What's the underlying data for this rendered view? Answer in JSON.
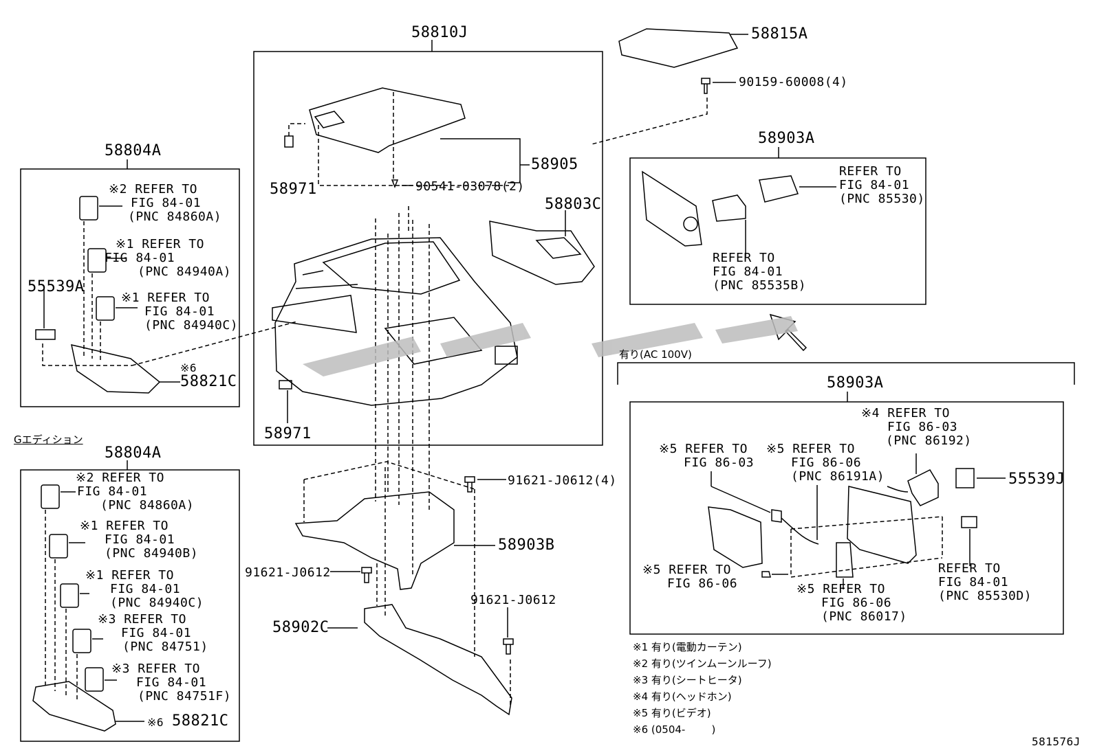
{
  "part_numbers": {
    "p58810J": "58810J",
    "p58815A": "58815A",
    "p90159": "90159-60008(4)",
    "p58903A_top": "58903A",
    "p58905": "58905",
    "p90541": "90541-03078(2)",
    "p58971_top": "58971",
    "p58971_bot": "58971",
    "p58803C": "58803C",
    "p58804A_top": "58804A",
    "p55539A": "55539A",
    "p58821C_top": "58821C",
    "p58804A_bot": "58804A",
    "p58821C_bot": "58821C",
    "p91621_4": "91621-J0612(4)",
    "p58903B": "58903B",
    "p91621_a": "91621-J0612",
    "p91621_b": "91621-J0612",
    "p58902C": "58902C",
    "p58903A_bot": "58903A",
    "p55539J": "55539J",
    "diagram_id": "581576J"
  },
  "refs": {
    "top_84860A": [
      "※2 REFER TO",
      "FIG 84-01",
      "(PNC 84860A)"
    ],
    "top_84940A": [
      "※1 REFER TO",
      "FIG 84-01",
      "(PNC 84940A)"
    ],
    "top_84940C": [
      "※1 REFER TO",
      "FIG 84-01",
      "(PNC 84940C)"
    ],
    "top_6": "※6",
    "bot_84860A": [
      "※2 REFER TO",
      "FIG 84-01",
      "(PNC 84860A)"
    ],
    "bot_84940B": [
      "※1 REFER TO",
      "FIG 84-01",
      "(PNC 84940B)"
    ],
    "bot_84940C": [
      "※1 REFER TO",
      "FIG 84-01",
      "(PNC 84940C)"
    ],
    "bot_84751": [
      "※3 REFER TO",
      "FIG 84-01",
      "(PNC 84751)"
    ],
    "bot_84751F": [
      "※3 REFER TO",
      "FIG 84-01",
      "(PNC 84751F)"
    ],
    "bot_6": "※6",
    "r85530": [
      "REFER TO",
      "FIG 84-01",
      "(PNC 85530)"
    ],
    "r85535B": [
      "REFER TO",
      "FIG 84-01",
      "(PNC 85535B)"
    ],
    "r86192": [
      "※4 REFER TO",
      "FIG 86-03",
      "(PNC 86192)"
    ],
    "r86_03": [
      "※5 REFER TO",
      "FIG 86-03"
    ],
    "r86191A": [
      "※5 REFER TO",
      "FIG 86-06",
      "(PNC 86191A)"
    ],
    "r86_06": [
      "※5 REFER TO",
      "FIG 86-06"
    ],
    "r86017": [
      "※5 REFER TO",
      "FIG 86-06",
      "(PNC 86017)"
    ],
    "r85530D": [
      "REFER TO",
      "FIG 84-01",
      "(PNC 85530D)"
    ]
  },
  "section_labels": {
    "g_edition": "Gエディション",
    "ac100v": "有り(AC 100V)"
  },
  "footnotes": [
    "※1 有り(電動カーテン)",
    "※2 有り(ツインムーンルーフ)",
    "※3 有り(シートヒータ)",
    "※4 有り(ヘッドホン)",
    "※5 有り(ビデオ)",
    "※6 (0504-        )"
  ]
}
